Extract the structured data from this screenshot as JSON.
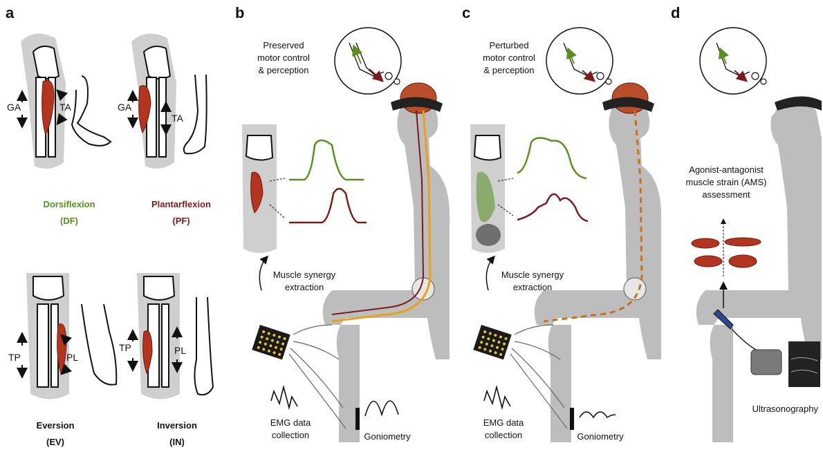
{
  "panels": {
    "a": {
      "letter": "a",
      "labels": {
        "ga_1": "GA",
        "ta_1": "TA",
        "ga_2": "GA",
        "ta_2": "TA",
        "tp_1": "TP",
        "pl_1": "PL",
        "tp_2": "TP",
        "pl_2": "PL"
      },
      "movements": [
        {
          "name": "Dorsiflexion",
          "abbr": "(DF)",
          "color": "#5a8f1f"
        },
        {
          "name": "Plantarflexion",
          "abbr": "(PF)",
          "color": "#7a1a1a"
        },
        {
          "name": "Eversion",
          "abbr": "(EV)",
          "color": "#111111"
        },
        {
          "name": "Inversion",
          "abbr": "(IN)",
          "color": "#111111"
        }
      ]
    },
    "b": {
      "letter": "b",
      "thought_line1": "Preserved",
      "thought_line2": "motor control",
      "thought_line3": "& perception",
      "synergy_line1": "Muscle synergy",
      "synergy_line2": "extraction",
      "emg_line1": "EMG data",
      "emg_line2": "collection",
      "goniometry": "Goniometry"
    },
    "c": {
      "letter": "c",
      "thought_line1": "Perturbed",
      "thought_line2": "motor control",
      "thought_line3": "& perception",
      "synergy_line1": "Muscle synergy",
      "synergy_line2": "extraction",
      "emg_line1": "EMG data",
      "emg_line2": "collection",
      "goniometry": "Goniometry"
    },
    "d": {
      "letter": "d",
      "ams_line1": "Agonist-antagonist",
      "ams_line2": "muscle strain (AMS)",
      "ams_line3": "assessment",
      "ultrasound": "Ultrasonography"
    }
  },
  "colors": {
    "df_green": "#5a8f1f",
    "pf_maroon": "#7a1a1a",
    "muscle_red": "#b3341f",
    "pathway_orange": "#e8a21a",
    "perturbed_orange": "#c9701a",
    "body_gray": "#bdbdbd"
  }
}
